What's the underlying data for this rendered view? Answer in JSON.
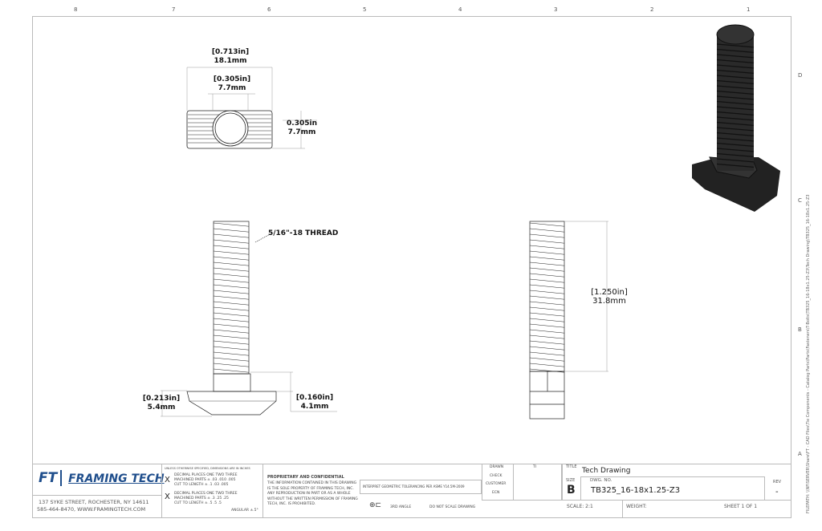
{
  "zones": {
    "columns": [
      "8",
      "7",
      "6",
      "5",
      "4",
      "3",
      "2",
      "1"
    ],
    "rows": [
      "D",
      "C",
      "B",
      "A"
    ]
  },
  "dimensions": {
    "top_width_in": "[0.713in]",
    "top_width_mm": "18.1mm",
    "top_hole_in": "[0.305in]",
    "top_hole_mm": "7.7mm",
    "top_height_in": "0.305in",
    "top_height_mm": "7.7mm",
    "thread_callout": "5/16\"-18 THREAD",
    "head_height_in": "[0.213in]",
    "head_height_mm": "5.4mm",
    "neck_in": "[0.160in]",
    "neck_mm": "4.1mm",
    "thread_length_in": "[1.250in]",
    "thread_length_mm": "31.8mm"
  },
  "title_block": {
    "logo": "FT FRAMING TECH",
    "address": "137 SYKE STREET, ROCHESTER, NY 14611",
    "contact": "585-464-8470, WWW.FRAMINGTECH.COM",
    "tolerance_header": "UNLESS OTHERWISE SPECIFIED, DIMENSIONS ARE IN INCHES",
    "tolerance_rows": [
      {
        "mark": "X",
        "line1": "DECIMAL PLACES  ONE  TWO  THREE",
        "line2": "MACHINED PARTS ±  .03  .010  .005",
        "line3": "CUT TO LENGTH ±  .1  .03  .005"
      },
      {
        "mark": "X",
        "line1": "DECIMAL PLACES  ONE  TWO  THREE",
        "line2": "MACHINED PARTS ±  .3  .25  .25",
        "line3": "CUT TO LENGTH ±  .5  .5  .5"
      }
    ],
    "angular": "ANGULAR ±.5°",
    "proprietary_title": "PROPRIETARY AND CONFIDENTIAL",
    "proprietary_text": "THE INFORMATION CONTAINED IN THIS DRAWING IS THE SOLE PROPERTY OF FRAMING TECH, INC. ANY REPRODUCTION IN PART OR AS A WHOLE WITHOUT THE WRITTEN PERMISSION OF FRAMING TECH, INC. IS PROHIBITED.",
    "interpret": "INTERPRET GEOMETRIC TOLERANCING PER ASME Y14.5M-2009",
    "projection": "3RD ANGLE",
    "no_scale": "DO NOT SCALE DRAWING",
    "drawn_label": "DRAWN",
    "drawn_value": "TI",
    "check_label": "CHECK",
    "customer_label": "CUSTOMER",
    "ecn_label": "ECN",
    "title_label": "TITLE",
    "title": "Tech Drawing",
    "size_label": "SIZE",
    "size": "B",
    "dwg_label": "DWG. NO.",
    "dwg_no": "TB325_16-18x1.25-Z3",
    "rev_label": "REV",
    "rev": "-",
    "scale": "SCALE: 2:1",
    "weight": "WEIGHT:",
    "sheet": "SHEET 1 OF 1"
  },
  "filepath": "FILEPATH: \\\\NFISERVER\\Share\\FT - CAD Files\\Tie Components - Catalog Parts\\Parts\\Fasteners\\T-Bolts\\TB325_16-18x1.25-Z3\\Tech Drawing\\TB325_16-18x1.25-Z3",
  "colors": {
    "logo": "#1f4e8c",
    "part": "#1a1a1a",
    "line": "#bbbbbb"
  }
}
